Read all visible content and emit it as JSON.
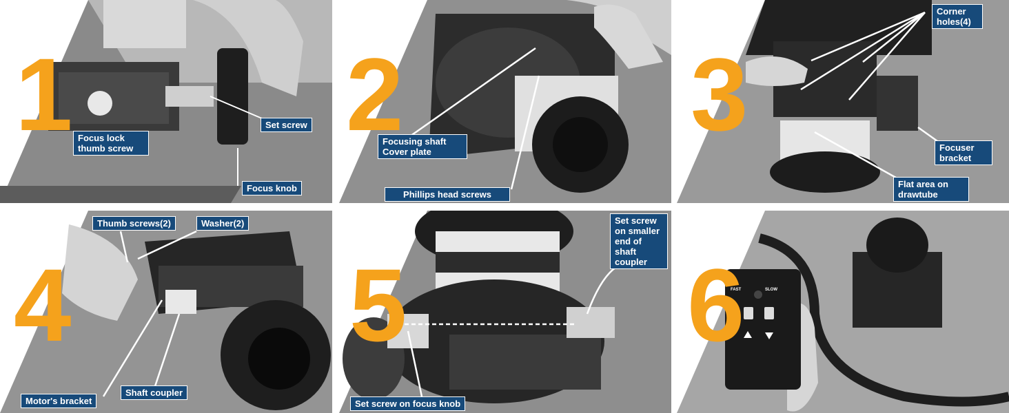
{
  "panels": [
    {
      "step": "1",
      "labels": {
        "lock": "Focus lock thumb screw",
        "set": "Set screw",
        "knob": "Focus knob"
      }
    },
    {
      "step": "2",
      "labels": {
        "cover": "Focusing shaft Cover plate",
        "phillips": "Phillips head screws"
      }
    },
    {
      "step": "3",
      "labels": {
        "holes": "Corner holes(4)",
        "bracket": "Focuser bracket",
        "flat": "Flat area on drawtube"
      }
    },
    {
      "step": "4",
      "labels": {
        "thumb": "Thumb screws(2)",
        "washer": "Washer(2)",
        "motor": "Motor's bracket",
        "coupler": "Shaft coupler"
      }
    },
    {
      "step": "5",
      "labels": {
        "setsmall": "Set screw on smaller end of shaft coupler",
        "setknob": "Set screw on focus knob"
      }
    },
    {
      "step": "6",
      "labels": {
        "fast": "FAST",
        "slow": "SLOW"
      }
    }
  ],
  "colors": {
    "accent": "#f5a21c",
    "label_bg": "#174a7a"
  }
}
